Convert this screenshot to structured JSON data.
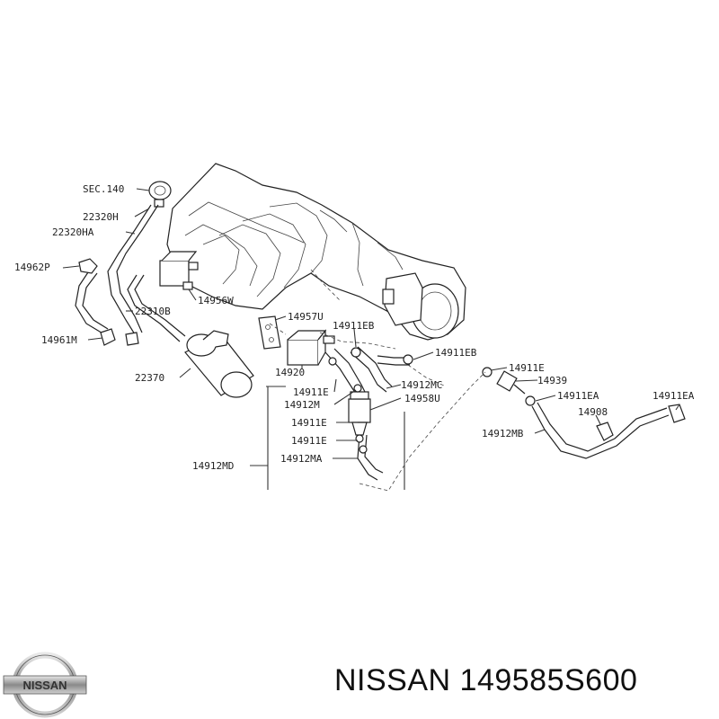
{
  "labels": {
    "sec140": "SEC.140",
    "p22320H": "22320H",
    "p22320HA": "22320HA",
    "p14962P": "14962P",
    "p14956W": "14956W",
    "p22310B": "22310B",
    "p14961M": "14961M",
    "p14957U": "14957U",
    "p14911EB_a": "14911EB",
    "p14911EB_b": "14911EB",
    "p22370": "22370",
    "p14920": "14920",
    "p14911E_a": "14911E",
    "p14912M": "14912M",
    "p14912MC": "14912MC",
    "p14958U": "14958U",
    "p14911E_b": "14911E",
    "p14911E_c": "14911E",
    "p14912MD": "14912MD",
    "p14912MA": "14912MA",
    "p14911E_d": "14911E",
    "p14939": "14939",
    "p14911EA_a": "14911EA",
    "p14911EA_b": "14911EA",
    "p14908": "14908",
    "p14912MB": "14912MB"
  },
  "brand": {
    "logo_text": "NISSAN",
    "caption": "NISSAN 149585S600"
  }
}
